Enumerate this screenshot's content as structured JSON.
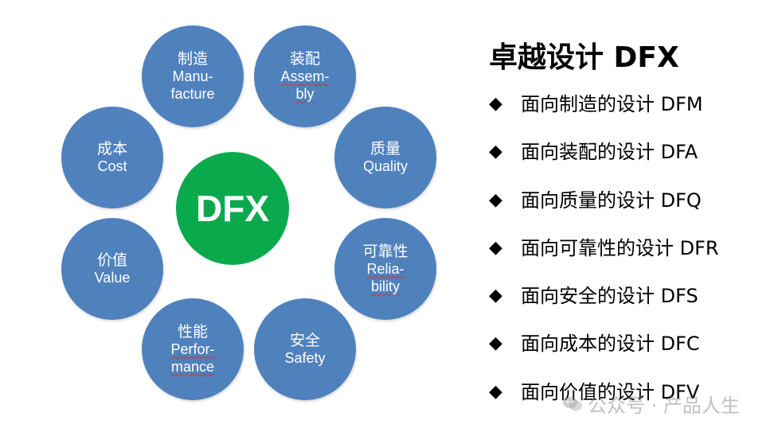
{
  "diagram": {
    "center_label": "DFX",
    "nodes": [
      {
        "id": "manufacture",
        "zh": "制造",
        "en1": "Manu-",
        "en2": "facture"
      },
      {
        "id": "assembly",
        "zh": "装配",
        "en1": "Assem-",
        "en2": "bly"
      },
      {
        "id": "quality",
        "zh": "质量",
        "en1": "Quality",
        "en2": ""
      },
      {
        "id": "reliability",
        "zh": "可靠性",
        "en1": "Relia-",
        "en2": "bility"
      },
      {
        "id": "safety",
        "zh": "安全",
        "en1": "Safety",
        "en2": ""
      },
      {
        "id": "performance",
        "zh": "性能",
        "en1": "Perfor-",
        "en2": "mance"
      },
      {
        "id": "value",
        "zh": "价值",
        "en1": "Value",
        "en2": ""
      },
      {
        "id": "cost",
        "zh": "成本",
        "en1": "Cost",
        "en2": ""
      }
    ],
    "colors": {
      "node": "#4f81bd",
      "center": "#0aaa4c",
      "text": "#ffffff"
    }
  },
  "panel": {
    "title": "卓越设计 DFX",
    "bullet_symbol": "◆",
    "items": [
      "面向制造的设计 DFM",
      "面向装配的设计 DFA",
      "面向质量的设计 DFQ",
      "面向可靠性的设计 DFR",
      "面向安全的设计 DFS",
      "面向成本的设计 DFC",
      "面向价值的设计 DFV"
    ]
  },
  "watermark": {
    "text": "公众号 · 产品人生",
    "icon": "wechat-icon"
  }
}
